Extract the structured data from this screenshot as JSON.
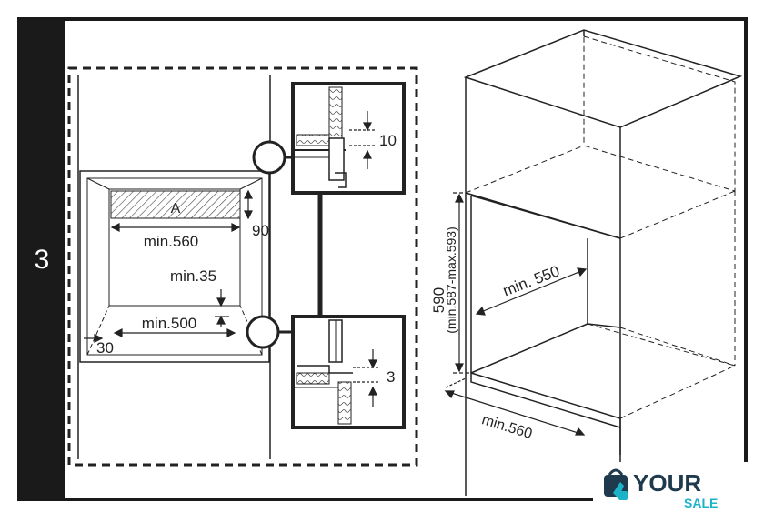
{
  "step_number": "3",
  "labels": {
    "area_a": "A",
    "width_560": "min.560",
    "height_90": "90",
    "min_35": "min.35",
    "width_500": "min.500",
    "depth_30": "30",
    "gap_10": "10",
    "gap_3": "3",
    "height_590": "590",
    "height_range": "(min.587-max.593)",
    "depth_550": "min. 550",
    "cabinet_width_560": "min.560"
  },
  "logo": {
    "line1": "YOUR",
    "line2": "SALE"
  },
  "colors": {
    "frame": "#1a1a1a",
    "line": "#222222",
    "logo_primary": "#1cb3c8",
    "logo_dark": "#1f3a4d"
  },
  "icons": {
    "logo_icon": "shopping-bag-hand-icon"
  }
}
